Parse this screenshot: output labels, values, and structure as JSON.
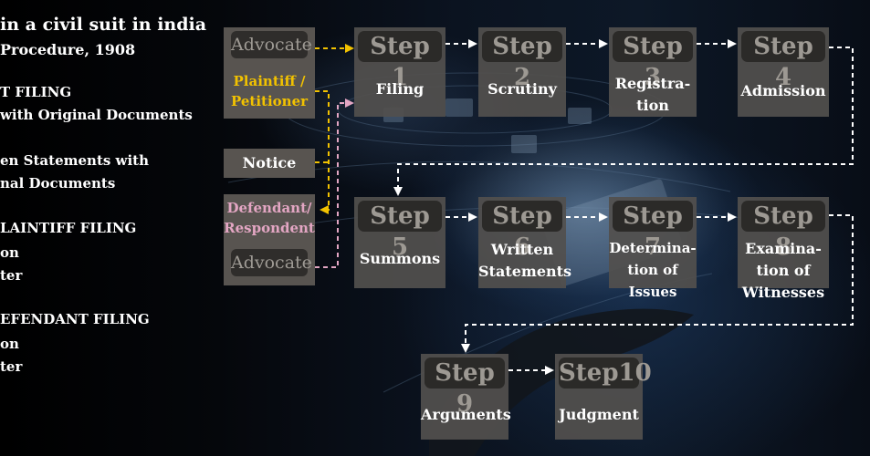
{
  "left_panel": {
    "title_lines": [
      "in a civil suit in india",
      "Procedure, 1908"
    ],
    "sections": [
      {
        "heading": "T FILING",
        "lines": [
          "with Original Documents",
          "",
          "en Statements with",
          "nal Documents"
        ]
      },
      {
        "heading": "LAINTIFF FILING",
        "lines": [
          "on",
          "ter"
        ]
      },
      {
        "heading": "EFENDANT FILING",
        "lines": [
          "on",
          "ter"
        ]
      }
    ]
  },
  "parties": {
    "plaintiff": {
      "advocate": "Advocate",
      "name_lines": [
        "Plaintiff /",
        "Petitioner"
      ],
      "color": "#f2c200"
    },
    "notice": "Notice",
    "defendant": {
      "name_lines": [
        "Defendant/",
        "Respondent"
      ],
      "advocate": "Advocate",
      "color": "#e3a6c3"
    }
  },
  "steps": [
    {
      "id": "Step 1",
      "label": "Filing"
    },
    {
      "id": "Step 2",
      "label": "Scrutiny"
    },
    {
      "id": "Step 3",
      "label": "Registra-\ntion"
    },
    {
      "id": "Step 4",
      "label": "Admission"
    },
    {
      "id": "Step 5",
      "label": "Summons"
    },
    {
      "id": "Step 6",
      "label": "Written\nStatements"
    },
    {
      "id": "Step 7",
      "label": "Determina-\ntion of\nIssues"
    },
    {
      "id": "Step 8",
      "label": "Examina-\ntion of\nWitnesses"
    },
    {
      "id": "Step 9",
      "label": "Arguments"
    },
    {
      "id": "Step10",
      "label": "Judgment"
    }
  ],
  "colors": {
    "flow_arrow": "#ffffff",
    "plaintiff_arrow": "#f2c200",
    "defendant_arrow": "#e3a6c3",
    "box": "#585450",
    "pill": "#2b2a28"
  }
}
